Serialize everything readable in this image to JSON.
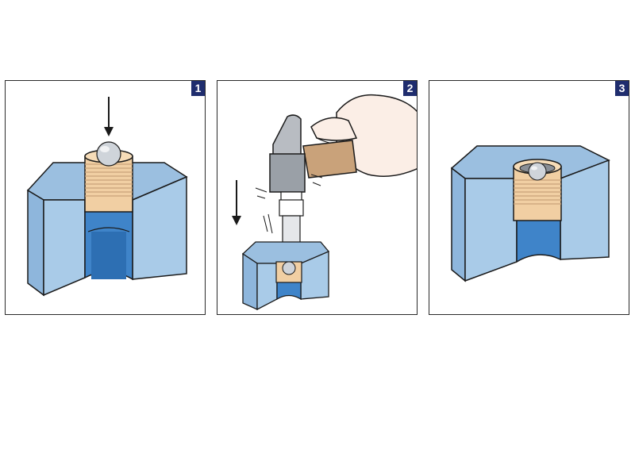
{
  "panels": [
    {
      "number": "1",
      "description": "ball-seal-insert-placed-over-bore"
    },
    {
      "number": "2",
      "description": "hammer-drives-insert-with-punch"
    },
    {
      "number": "3",
      "description": "ball-seal-insert-seated-flush"
    }
  ],
  "colors": {
    "block_face": "#a9cbe8",
    "block_top": "#9bbfe0",
    "bore": "#3f84c9",
    "brass": "#f1cfa3",
    "threads": "#c9a27a",
    "ball": "#cfd4da",
    "outline": "#1a1a1a",
    "badge": "#1f2d6e"
  },
  "icons": [
    "down-arrow-icon",
    "hammer-icon",
    "hand-icon",
    "ball-icon"
  ]
}
